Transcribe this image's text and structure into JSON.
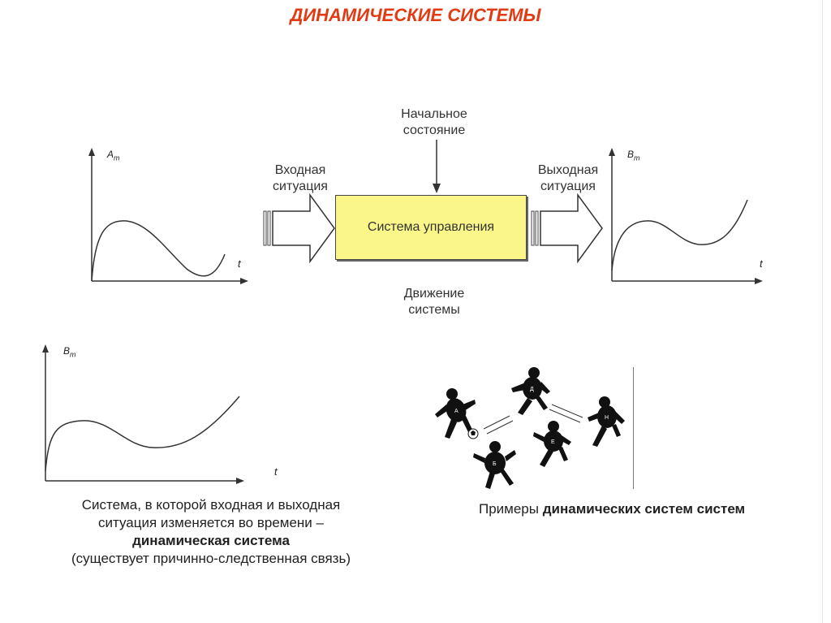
{
  "title": "ДИНАМИЧЕСКИЕ СИСТЕМЫ",
  "diagram": {
    "initial_state": [
      "Начальное",
      "состояние"
    ],
    "input_situation": [
      "Входная",
      "ситуация"
    ],
    "output_situation": [
      "Выходная",
      "ситуация"
    ],
    "control_system": "Система управления",
    "system_motion": [
      "Движение",
      "системы"
    ]
  },
  "graphs": {
    "input": {
      "y_label": "A",
      "y_sub": "m",
      "x_label": "t"
    },
    "output": {
      "y_label": "B",
      "y_sub": "m",
      "x_label": "t"
    },
    "bottom": {
      "y_label": "B",
      "y_sub": "m",
      "x_label": "t"
    }
  },
  "caption_left": {
    "line1": "Система, в которой входная и выходная",
    "line2": "ситуация изменяется во времени –",
    "line3": "динамическая система",
    "line4": "(существует причинно-следственная связь)"
  },
  "caption_right": {
    "prefix": "Примеры",
    "bold": "динамических систем систем"
  },
  "player_labels": [
    "А",
    "Д",
    "Б",
    "Е",
    "Н"
  ]
}
